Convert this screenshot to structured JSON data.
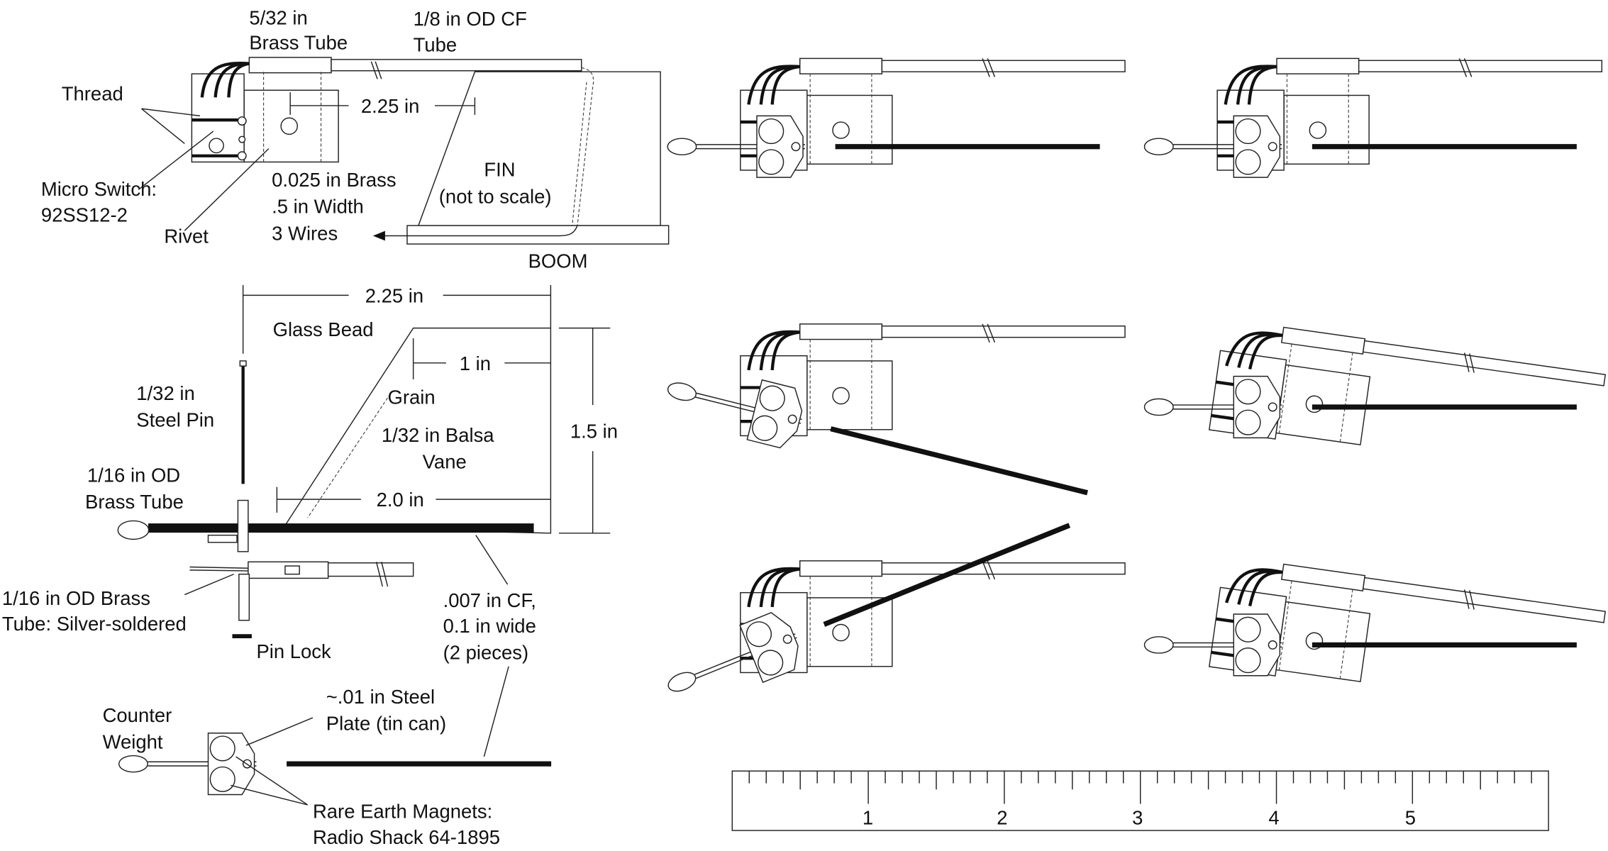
{
  "labels": {
    "brass_tube": [
      "5/32 in",
      "Brass Tube"
    ],
    "cf_tube": [
      "1/8 in OD CF",
      "Tube"
    ],
    "thread": "Thread",
    "dim_top": "2.25 in",
    "micro_switch": [
      "Micro Switch:",
      "92SS12-2"
    ],
    "rivet": "Rivet",
    "brass_strip": [
      "0.025 in Brass",
      ".5 in Width",
      "3 Wires"
    ],
    "fin": [
      "FIN",
      "(not to scale)"
    ],
    "boom": "BOOM",
    "dim_vane_width": "2.25 in",
    "glass_bead": "Glass Bead",
    "steel_pin": [
      "1/32 in",
      "Steel Pin"
    ],
    "dim_1in": "1 in",
    "grain": "Grain",
    "balsa_vane": [
      "1/32 in Balsa",
      "Vane"
    ],
    "dim_height": "1.5 in",
    "brass_tube_small": [
      "1/16 in OD",
      "Brass Tube"
    ],
    "dim_2in": "2.0 in",
    "solder_tube": [
      "1/16 in OD Brass",
      "Tube: Silver-soldered"
    ],
    "pin_lock": "Pin Lock",
    "cf_strip": [
      ".007 in CF,",
      "0.1 in wide",
      "(2 pieces)"
    ],
    "counter_weight": [
      "Counter",
      "Weight"
    ],
    "steel_plate": [
      "~.01 in Steel",
      "Plate (tin can)"
    ],
    "magnets": [
      "Rare Earth Magnets:",
      "Radio Shack 64-1895"
    ]
  },
  "ruler": {
    "unit": "in",
    "ticks_per_inch": 8,
    "length_in": 6,
    "numbers": [
      "1",
      "2",
      "3",
      "4",
      "5"
    ]
  }
}
